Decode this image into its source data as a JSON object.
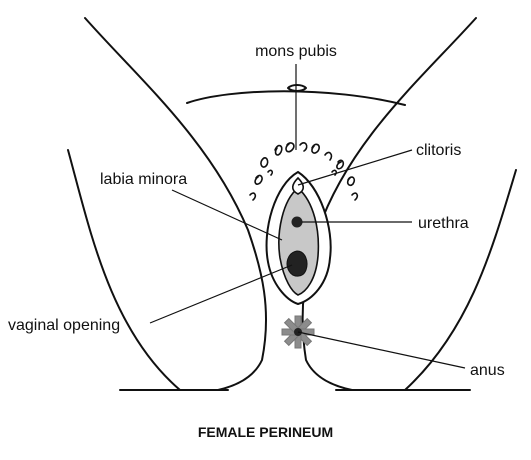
{
  "title": "FEMALE PERINEUM",
  "labels": {
    "mons_pubis": "mons pubis",
    "clitoris": "clitoris",
    "labia_minora": "labia minora",
    "urethra": "urethra",
    "vaginal_opening": "vaginal opening",
    "anus": "anus"
  },
  "colors": {
    "line": "#111111",
    "inner_fill": "#c8c8c8",
    "anus_fill": "#8c8c8c",
    "dark_fill": "#222222"
  }
}
